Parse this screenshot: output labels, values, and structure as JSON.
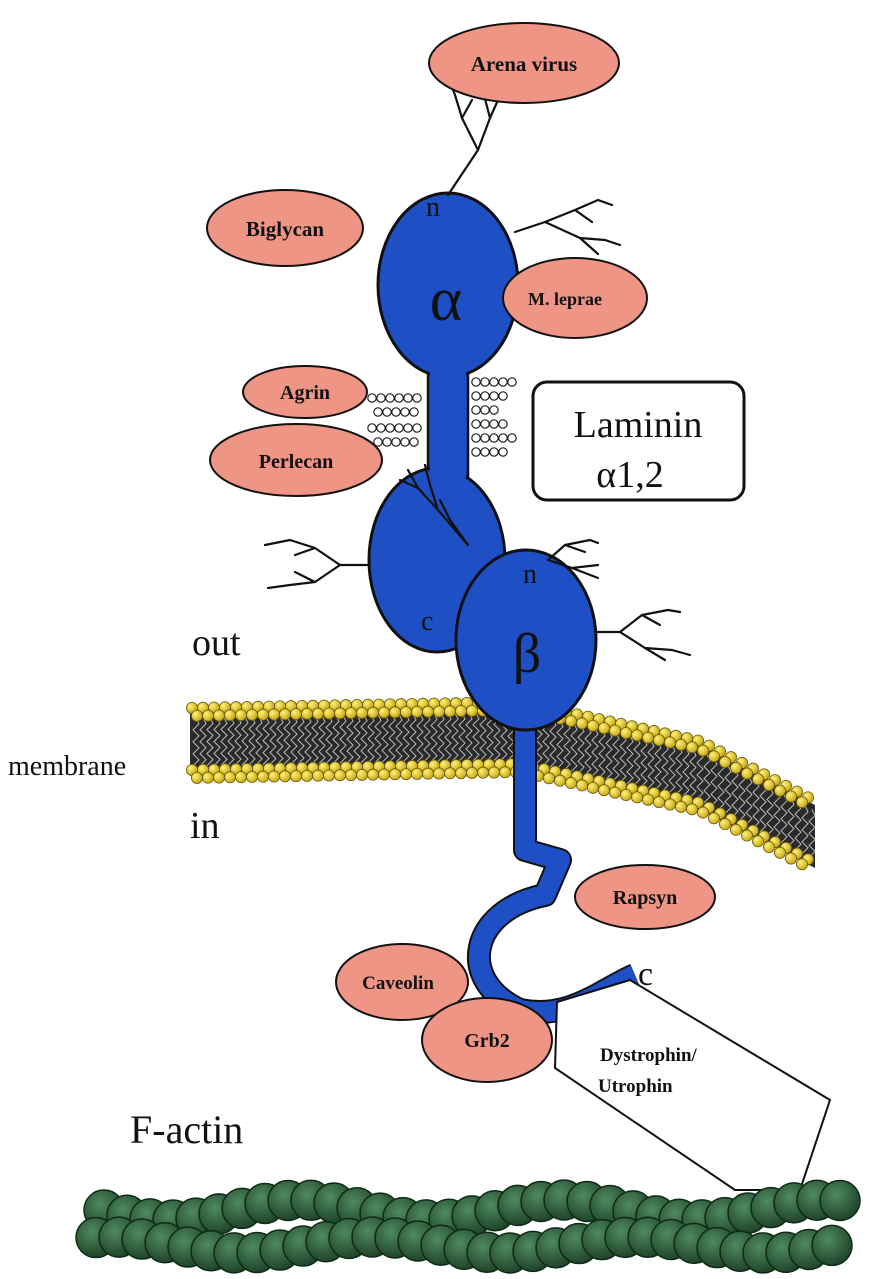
{
  "labels": {
    "arena_virus": "Arena virus",
    "biglycan": "Biglycan",
    "m_leprae": "M. leprae",
    "agrin": "Agrin",
    "perlecan": "Perlecan",
    "laminin": "Laminin",
    "laminin_sub": "α1,2",
    "alpha_subunit": "α",
    "beta_subunit": "β",
    "alpha_n": "n",
    "alpha_c": "c",
    "beta_n": "n",
    "beta_c": "c",
    "out": "out",
    "membrane": "membrane",
    "in": "in",
    "rapsyn": "Rapsyn",
    "caveolin": "Caveolin",
    "grb2": "Grb2",
    "dystrophin_line1": "Dystrophin/",
    "dystrophin_line2": "Utrophin",
    "f_actin": "F-actin"
  },
  "colors": {
    "protein_blue": "#1f4fc4",
    "ligand_pink": "#ee9585",
    "membrane_gold": "#e4cc33",
    "actin_green": "#2f5c3a",
    "outline": "#111111"
  }
}
